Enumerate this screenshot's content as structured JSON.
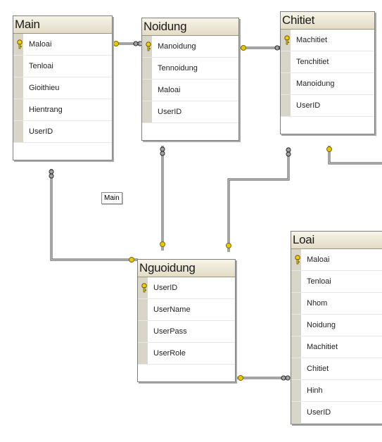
{
  "colors": {
    "header_bg": "#e6e0cb",
    "gutter": "#d9d5c8",
    "key": "#e8c800",
    "line": "#4a4a4a"
  },
  "diagram": {
    "tables": [
      {
        "name": "Main",
        "columns": [
          {
            "name": "Maloai",
            "pk": true
          },
          {
            "name": "Tenloai"
          },
          {
            "name": "Gioithieu"
          },
          {
            "name": "Hientrang"
          },
          {
            "name": "UserID"
          }
        ]
      },
      {
        "name": "Noidung",
        "columns": [
          {
            "name": "Manoidung",
            "pk": true
          },
          {
            "name": "Tennoidung"
          },
          {
            "name": "Maloai"
          },
          {
            "name": "UserID"
          }
        ]
      },
      {
        "name": "Chitiet",
        "columns": [
          {
            "name": "Machitiet",
            "pk": true
          },
          {
            "name": "Tenchitiet"
          },
          {
            "name": "Manoidung"
          },
          {
            "name": "UserID"
          }
        ]
      },
      {
        "name": "Nguoidung",
        "columns": [
          {
            "name": "UserID",
            "pk": true
          },
          {
            "name": "UserName"
          },
          {
            "name": "UserPass"
          },
          {
            "name": "UserRole"
          }
        ]
      },
      {
        "name": "Loai",
        "columns": [
          {
            "name": "Maloai",
            "pk": true
          },
          {
            "name": "Tenloai"
          },
          {
            "name": "Nhom"
          },
          {
            "name": "Noidung"
          },
          {
            "name": "Machitiet"
          },
          {
            "name": "Chitiet"
          },
          {
            "name": "Hinh"
          },
          {
            "name": "UserID"
          }
        ]
      }
    ],
    "floating_label": "Main"
  }
}
